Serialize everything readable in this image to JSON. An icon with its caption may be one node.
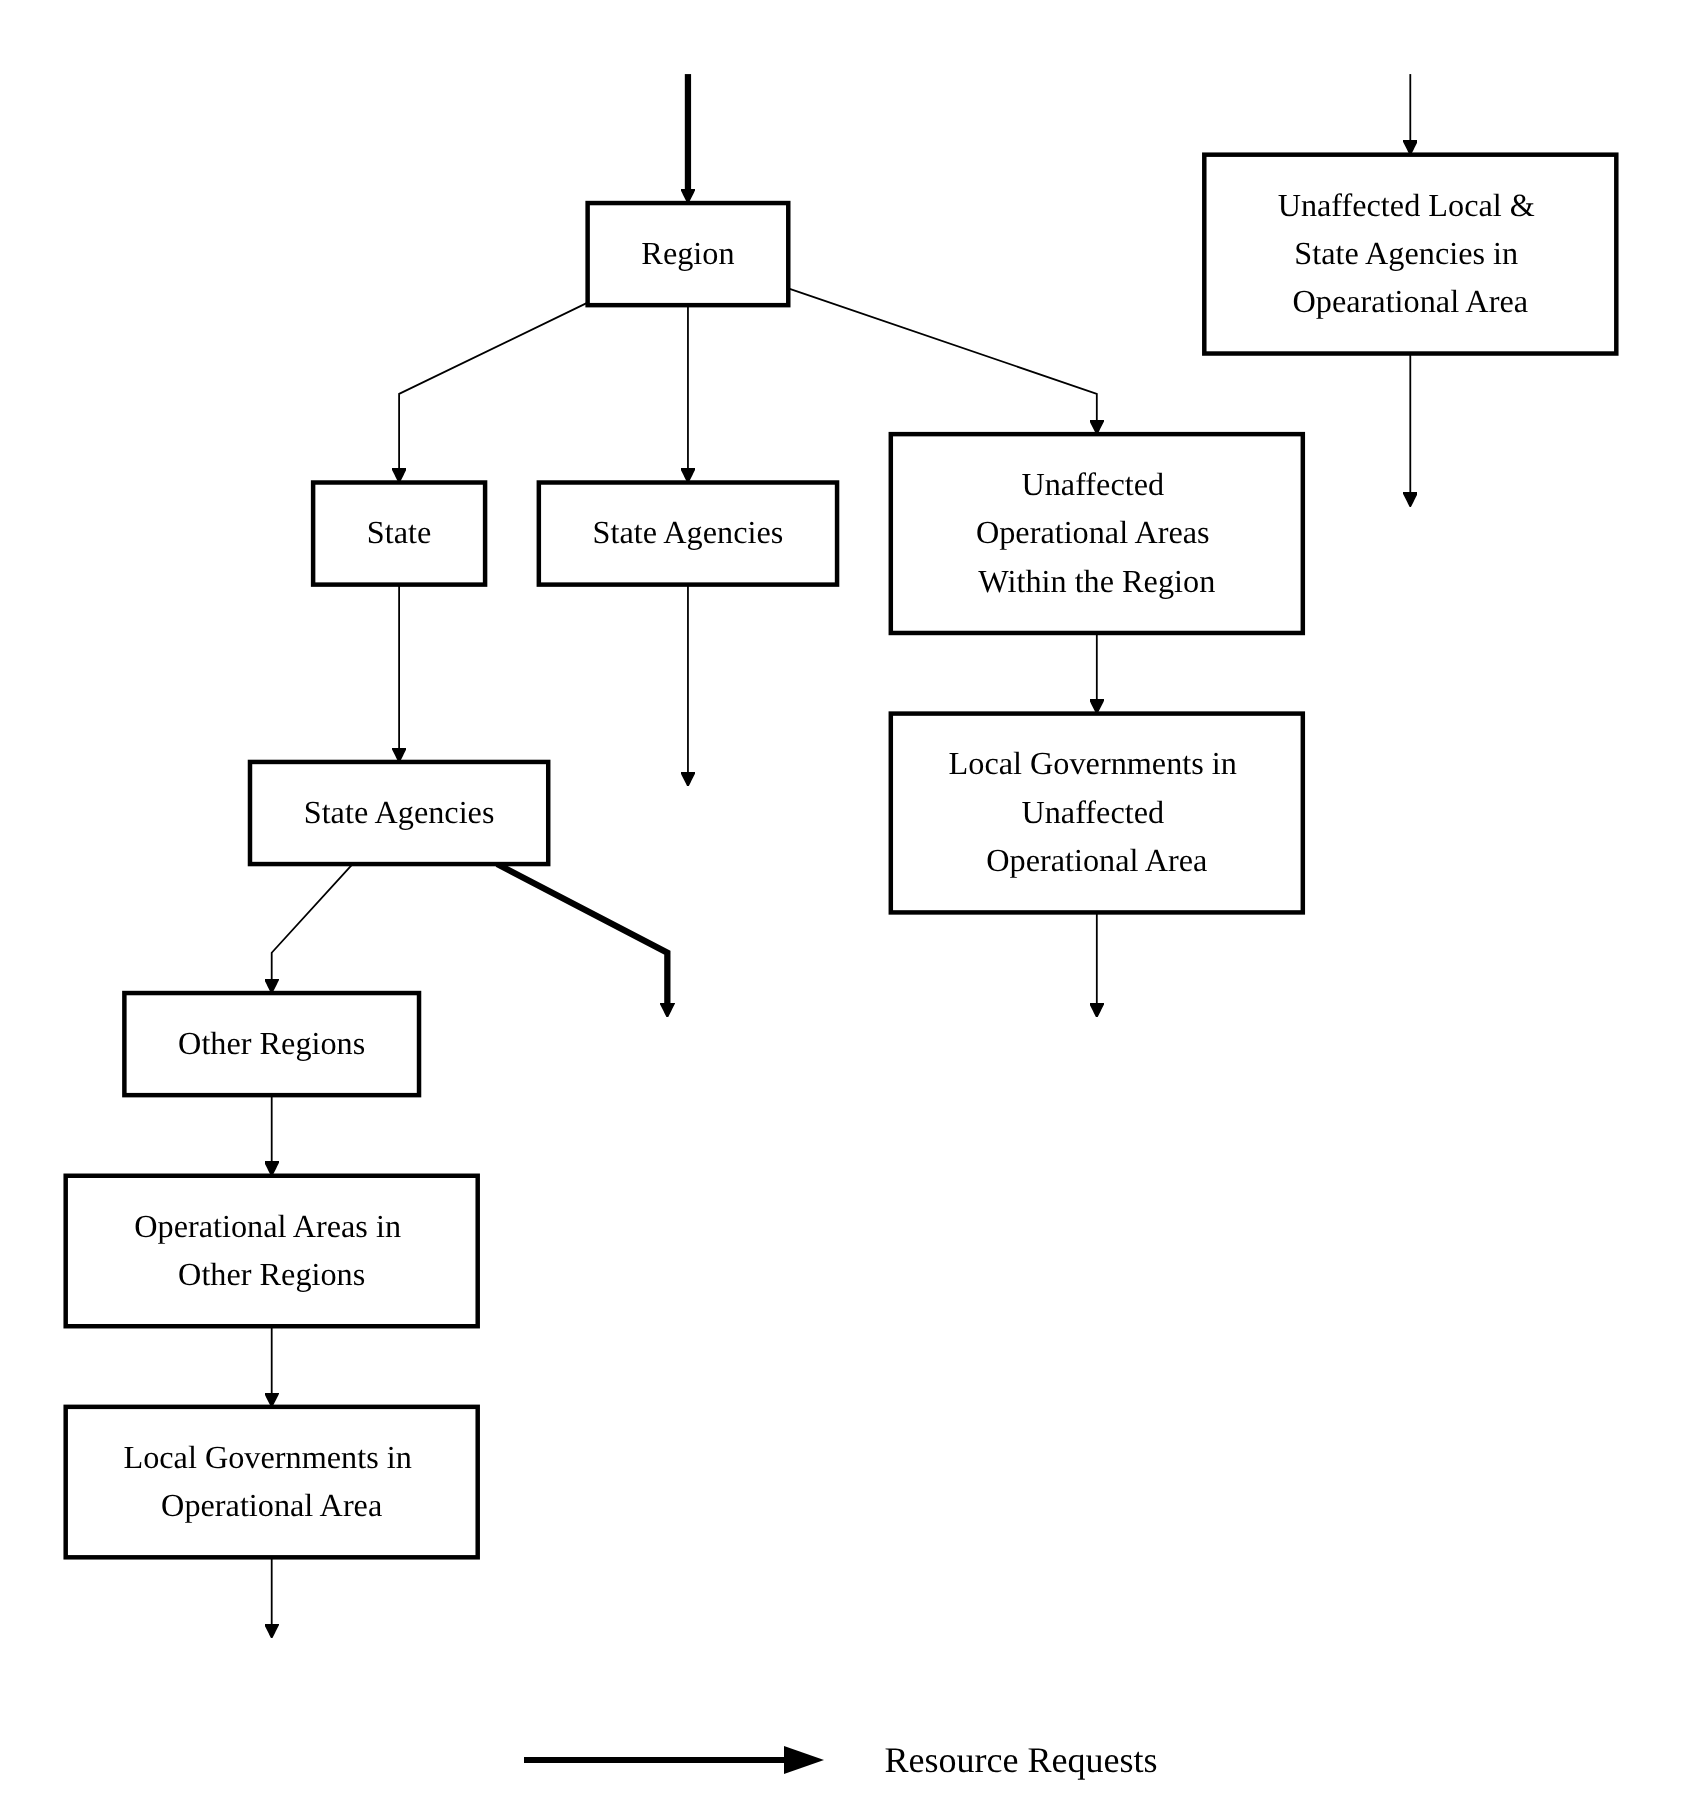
{
  "diagram": {
    "nodes": [
      {
        "text": [
          "State"
        ]
      },
      {
        "text": [
          "State Agencies"
        ]
      },
      {
        "text": [
          "Region"
        ]
      },
      {
        "text": [
          "State Agencies"
        ]
      },
      {
        "text": [
          "Other Regions"
        ]
      },
      {
        "text": [
          "Unaffected Operational Areas Within the Region"
        ]
      },
      {
        "text": [
          "Local Governments in Unaffected Operational Area"
        ]
      },
      {
        "text": [
          "Operational Areas in Other Regions"
        ]
      },
      {
        "text": [
          "Unaffected Local & State Agencies in Opearational Area"
        ]
      },
      {
        "text": [
          "Local Governments in Operational Area"
        ]
      }
    ],
    "edges": [
      {
        "from": 0,
        "to": 1,
        "arrow": "to"
      },
      {
        "from": 1,
        "to": 4,
        "arrow": "to"
      },
      {
        "from": 2,
        "to": 0,
        "arrow": "to"
      },
      {
        "from": 2,
        "to": 3,
        "arrow": "to"
      },
      {
        "from": 2,
        "to": 5,
        "arrow": "to"
      },
      {
        "from": 5,
        "to": 6,
        "arrow": "to"
      },
      {
        "from": 4,
        "to": 7,
        "arrow": "to"
      },
      {
        "from": 7,
        "to": 9,
        "arrow": "to"
      },
      {
        "from": null,
        "to": 2,
        "arrow": "to",
        "style": "thick"
      },
      {
        "from": null,
        "to": 8,
        "arrow": "to"
      },
      {
        "from": 8,
        "to": null,
        "arrow": "to"
      },
      {
        "from": 6,
        "to": null,
        "arrow": "to"
      },
      {
        "from": 3,
        "to": null,
        "arrow": "to"
      },
      {
        "from": 9,
        "to": null,
        "arrow": "to"
      },
      {
        "from": 1,
        "to": null,
        "arrow": "to",
        "style": "thick"
      }
    ],
    "legend": [
      {
        "text": "Resource Requests"
      }
    ]
  }
}
